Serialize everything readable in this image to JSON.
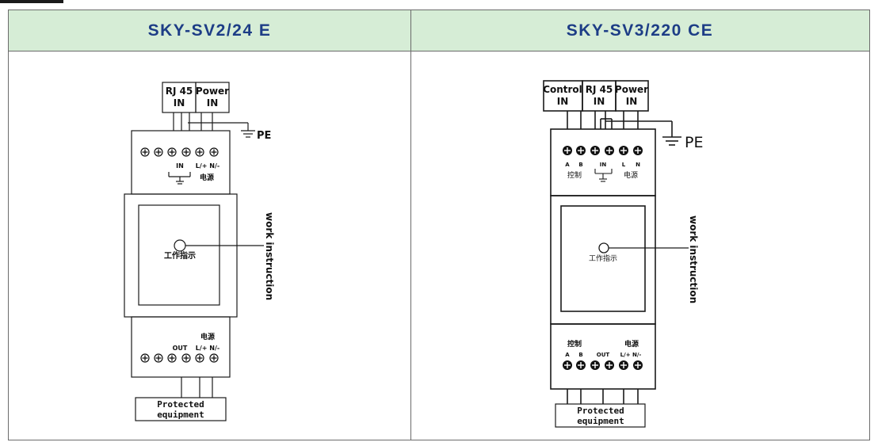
{
  "left": {
    "title": "SKY-SV2/24 E",
    "rj45_in": [
      "RJ 45",
      "IN"
    ],
    "power_in": [
      "Power",
      "IN"
    ],
    "pe": "PE",
    "in_label": "IN",
    "power_polarity": "L/+ N/-",
    "power_cn": "电源",
    "indicator_cn": "工作指示",
    "work_instruction": "work instruction",
    "out_label": "OUT",
    "out_power_cn": "电源",
    "out_polarity": "L/+ N/-",
    "protected": [
      "Protected",
      "equipment"
    ]
  },
  "right": {
    "title": "SKY-SV3/220 CE",
    "control_in": [
      "Control",
      "IN"
    ],
    "rj45_in": [
      "RJ 45",
      "IN"
    ],
    "power_in": [
      "Power",
      "IN"
    ],
    "pe": "PE",
    "term_a": "A",
    "term_b": "B",
    "in_label": "IN",
    "term_l": "L",
    "term_n": "N",
    "control_cn": "控制",
    "power_cn": "电源",
    "indicator_cn": "工作指示",
    "work_instruction": "work instruction",
    "bottom_control_cn": "控制",
    "bottom_power_cn": "电源",
    "bottom_a": "A",
    "bottom_b": "B",
    "out_label": "OUT",
    "out_polarity": "L/+ N/-",
    "protected": [
      "Protected",
      "equipment"
    ]
  },
  "colors": {
    "header_bg": "#d6edd6",
    "header_text": "#1d3d86",
    "line": "#1a1a1a",
    "border": "#6b6b6b"
  }
}
